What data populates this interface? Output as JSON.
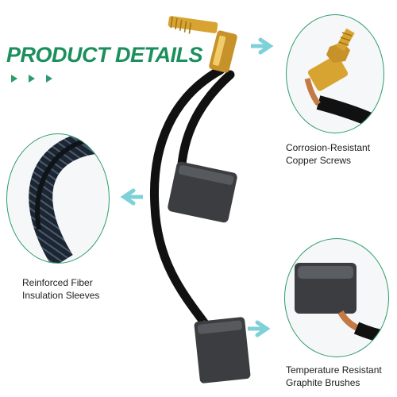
{
  "header": {
    "title": "PRODUCT DETAILS",
    "chevron_icons": [
      "chevron-right-icon",
      "chevron-right-icon",
      "chevron-right-icon"
    ]
  },
  "features": [
    {
      "icon": "copper-screw-icon",
      "line1": "Corrosion-Resistant",
      "line2": "Copper Screws"
    },
    {
      "icon": "braided-sleeve-icon",
      "line1": "Reinforced Fiber",
      "line2": "Insulation Sleeves"
    },
    {
      "icon": "graphite-brush-icon",
      "line1": "Temperature Resistant",
      "line2": "Graphite Brushes"
    }
  ],
  "colors": {
    "brand_green": "#1b8f5c",
    "circle_border": "#2b9d6a",
    "arrow_teal": "#7fd1d8",
    "cable_black": "#111111",
    "copper": "#c47a44",
    "brass": "#d8a431",
    "graphite": "#3b3d40"
  }
}
